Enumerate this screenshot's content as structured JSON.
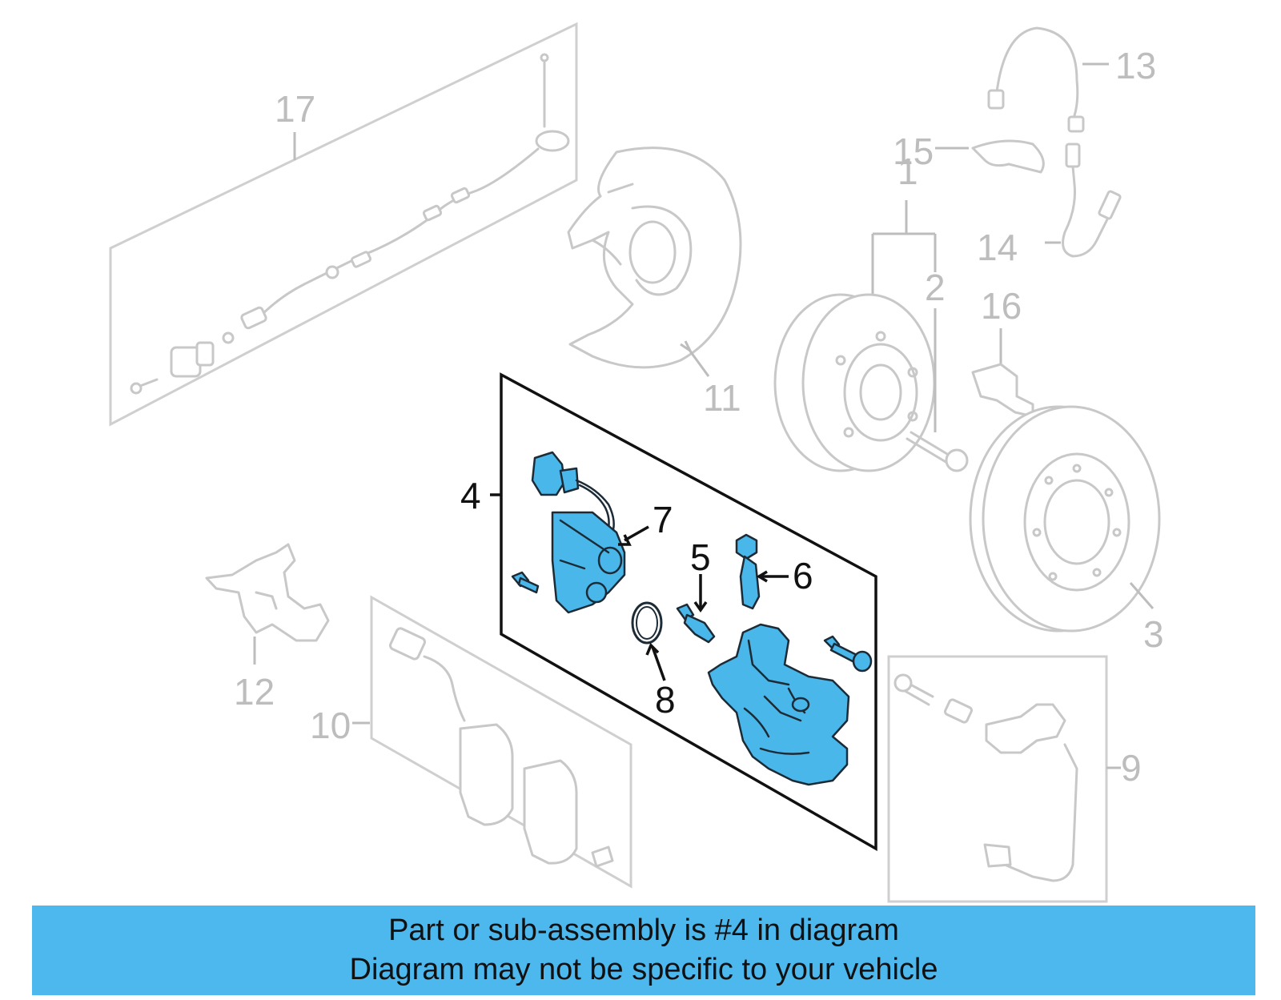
{
  "diagram": {
    "highlighted_part": "4",
    "colors": {
      "highlight": "#4ab7ea",
      "muted_lines": "#c8c8c8",
      "banner": "#4db8ee"
    },
    "callouts": [
      {
        "id": "1",
        "label": "1",
        "active": false
      },
      {
        "id": "2",
        "label": "2",
        "active": false
      },
      {
        "id": "3",
        "label": "3",
        "active": false
      },
      {
        "id": "4",
        "label": "4",
        "active": true
      },
      {
        "id": "5",
        "label": "5",
        "active": true
      },
      {
        "id": "6",
        "label": "6",
        "active": true
      },
      {
        "id": "7",
        "label": "7",
        "active": true
      },
      {
        "id": "8",
        "label": "8",
        "active": true
      },
      {
        "id": "9",
        "label": "9",
        "active": false
      },
      {
        "id": "10",
        "label": "10",
        "active": false
      },
      {
        "id": "11",
        "label": "11",
        "active": false
      },
      {
        "id": "12",
        "label": "12",
        "active": false
      },
      {
        "id": "13",
        "label": "13",
        "active": false
      },
      {
        "id": "14",
        "label": "14",
        "active": false
      },
      {
        "id": "15",
        "label": "15",
        "active": false
      },
      {
        "id": "16",
        "label": "16",
        "active": false
      },
      {
        "id": "17",
        "label": "17",
        "active": false
      }
    ]
  },
  "banner": {
    "line1": "Part or sub-assembly is #4 in diagram",
    "line2": "Diagram may not be specific to your vehicle"
  }
}
